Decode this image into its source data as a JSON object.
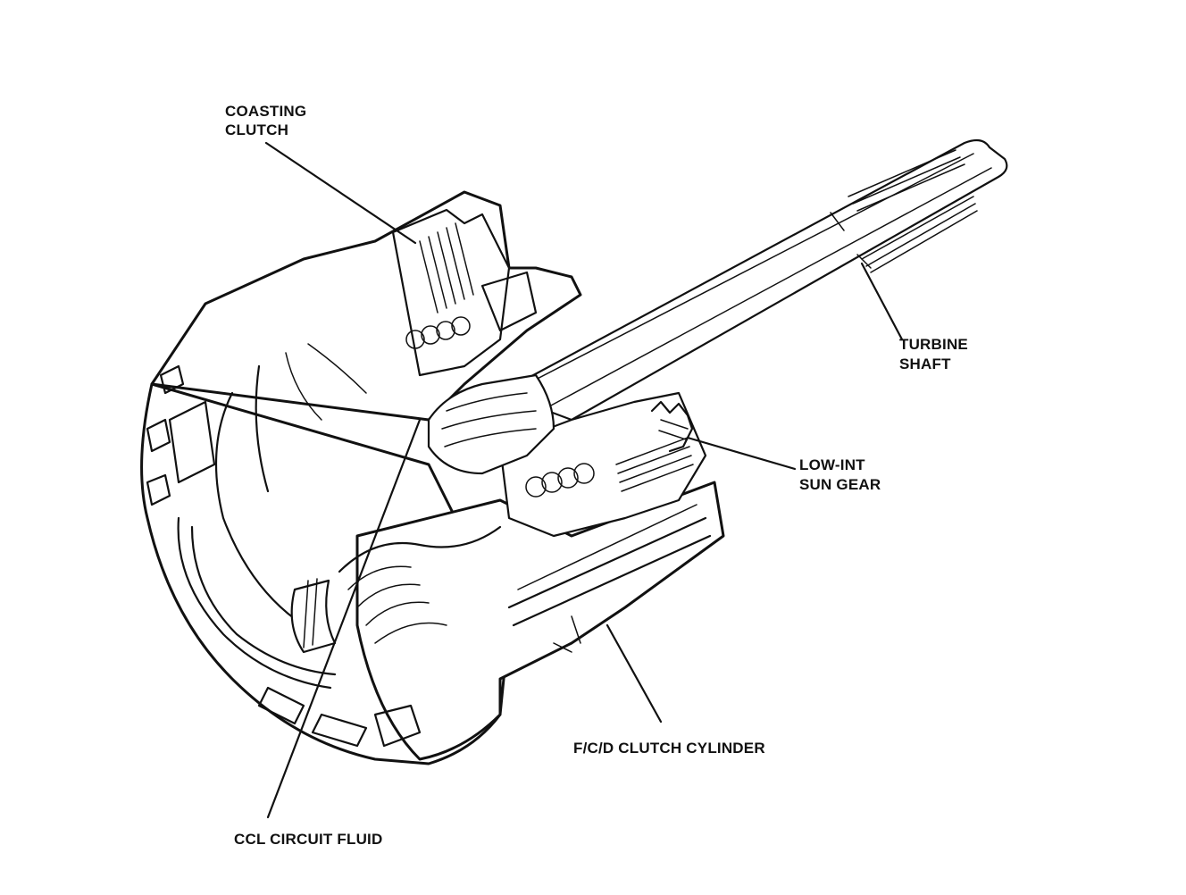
{
  "labels": {
    "coasting_clutch_line1": "COASTING",
    "coasting_clutch_line2": "CLUTCH",
    "turbine_shaft_line1": "TURBINE",
    "turbine_shaft_line2": "SHAFT",
    "low_int_sun_gear_line1": "LOW-INT",
    "low_int_sun_gear_line2": "SUN GEAR",
    "fcd_clutch_cylinder": "F/C/D CLUTCH CYLINDER",
    "ccl_circuit_fluid": "CCL CIRCUIT FLUID"
  },
  "colors": {
    "ink": "#111111",
    "background": "#ffffff"
  }
}
